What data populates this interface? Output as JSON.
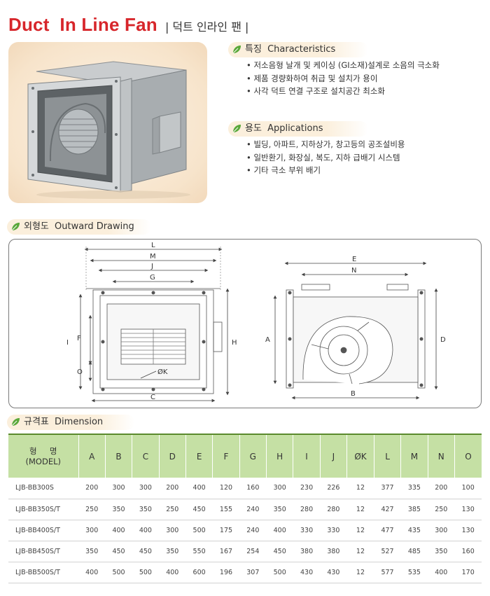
{
  "header": {
    "title": "Duct  In Line Fan",
    "subtitle": "| 덕트 인라인 팬 |"
  },
  "characteristics": {
    "heading_ko": "특징",
    "heading_en": "Characteristics",
    "items": [
      "저소음형 날개 및 케이싱 (GI소재)설계로 소음의 극소화",
      "제품 경량화하여 취급 및 설치가 용이",
      "사각 덕트 연결 구조로 설치공간 최소화"
    ]
  },
  "applications": {
    "heading_ko": "용도",
    "heading_en": "Applications",
    "items": [
      "빌딩, 아파트, 지하상가, 창고등의 공조설비용",
      "일반환기, 화장실, 복도, 지하 급배기 시스템",
      "기타 극소 부위 배기"
    ]
  },
  "outward_drawing": {
    "heading_ko": "외형도",
    "heading_en": "Outward Drawing",
    "front_labels": {
      "L": "L",
      "M": "M",
      "J": "J",
      "G": "G",
      "I": "I",
      "F": "F",
      "O": "O",
      "H": "H",
      "K": "ØK",
      "C": "C"
    },
    "side_labels": {
      "E": "E",
      "N": "N",
      "A": "A",
      "D": "D",
      "B": "B"
    }
  },
  "dimension": {
    "heading_ko": "규격표",
    "heading_en": "Dimension",
    "model_header_ko": "형     명",
    "model_header_en": "(MODEL)",
    "columns": [
      "A",
      "B",
      "C",
      "D",
      "E",
      "F",
      "G",
      "H",
      "I",
      "J",
      "ØK",
      "L",
      "M",
      "N",
      "O"
    ],
    "rows": [
      {
        "model": "LJB-BB300S",
        "values": [
          "200",
          "300",
          "300",
          "200",
          "400",
          "120",
          "160",
          "300",
          "230",
          "226",
          "12",
          "377",
          "335",
          "200",
          "100"
        ]
      },
      {
        "model": "LJB-BB350S/T",
        "values": [
          "250",
          "350",
          "350",
          "250",
          "450",
          "155",
          "240",
          "350",
          "280",
          "280",
          "12",
          "427",
          "385",
          "250",
          "130"
        ]
      },
      {
        "model": "LJB-BB400S/T",
        "values": [
          "300",
          "400",
          "400",
          "300",
          "500",
          "175",
          "240",
          "400",
          "330",
          "330",
          "12",
          "477",
          "435",
          "300",
          "130"
        ]
      },
      {
        "model": "LJB-BB450S/T",
        "values": [
          "350",
          "450",
          "450",
          "350",
          "550",
          "167",
          "254",
          "450",
          "380",
          "380",
          "12",
          "527",
          "485",
          "350",
          "160"
        ]
      },
      {
        "model": "LJB-BB500S/T",
        "values": [
          "400",
          "500",
          "500",
          "400",
          "600",
          "196",
          "307",
          "500",
          "430",
          "430",
          "12",
          "577",
          "535",
          "400",
          "170"
        ]
      }
    ]
  },
  "colors": {
    "title_red": "#d7262b",
    "table_header_green": "#c5e0a4",
    "heading_bg": "#fbefdc",
    "leaf_green": "#5aa83a"
  }
}
